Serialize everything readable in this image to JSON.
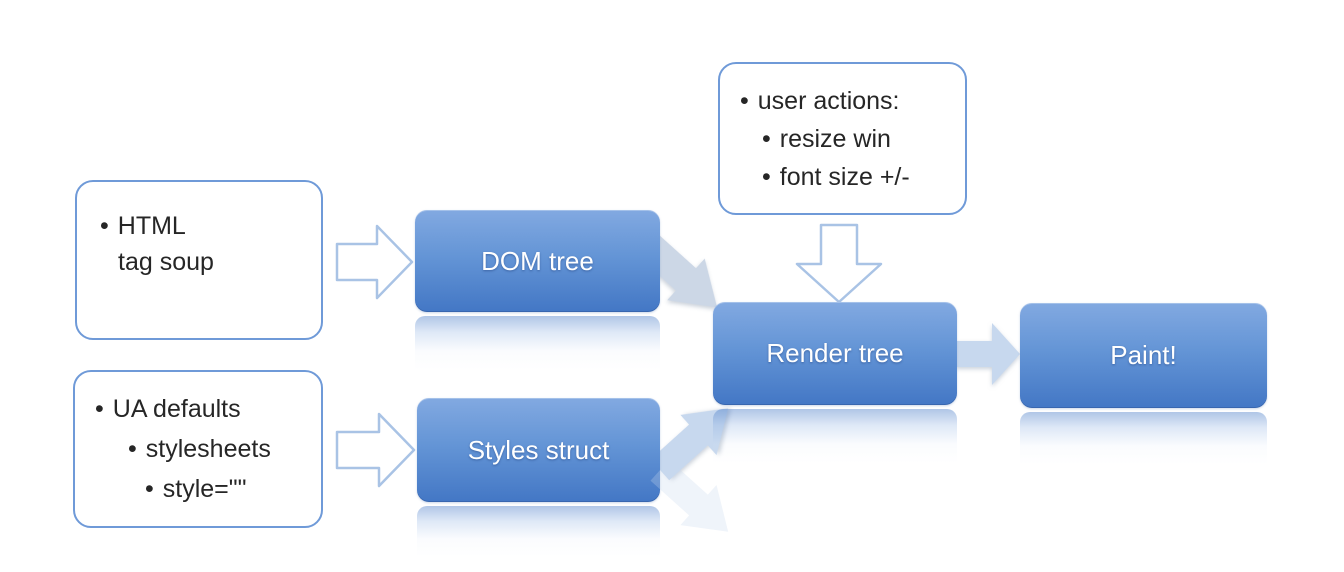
{
  "colors": {
    "node-fill-top": "#82a9e1",
    "node-fill-bottom": "#4377c5",
    "node-text": "#ffffff",
    "callout-border": "#6f9ad8",
    "callout-text": "#262626",
    "hollow-arrow-stroke": "#a9c3e5",
    "hollow-arrow-fill": "#ffffff",
    "filled-arrow": "#c7d8ee",
    "filled-arrow-gray": "#ccd7e6"
  },
  "callouts": {
    "html_source": {
      "lines": [
        {
          "bullet": "•",
          "text": "HTML"
        },
        {
          "bullet": "",
          "text": "tag soup"
        }
      ]
    },
    "style_sources": {
      "lines": [
        {
          "bullet": "•",
          "text": "UA defaults"
        },
        {
          "bullet": "•",
          "text": "stylesheets"
        },
        {
          "bullet": "•",
          "text": "style=\"\""
        }
      ]
    },
    "user_actions": {
      "lines": [
        {
          "bullet": "•",
          "text": "user actions:"
        },
        {
          "bullet": "•",
          "text": "resize win"
        },
        {
          "bullet": "•",
          "text": "font size +/-"
        }
      ]
    }
  },
  "nodes": {
    "dom_tree": {
      "label": "DOM tree"
    },
    "styles_struct": {
      "label": "Styles struct"
    },
    "render_tree": {
      "label": "Render tree"
    },
    "paint": {
      "label": "Paint!"
    }
  },
  "arrows": {
    "html_to_dom": {
      "type": "hollow",
      "direction": "right"
    },
    "sources_to_styles": {
      "type": "hollow",
      "direction": "right"
    },
    "actions_to_render": {
      "type": "hollow",
      "direction": "down"
    },
    "dom_to_render": {
      "type": "filled",
      "direction": "down-right"
    },
    "styles_to_render": {
      "type": "filled",
      "direction": "up-right"
    },
    "render_to_paint": {
      "type": "filled",
      "direction": "right"
    }
  }
}
